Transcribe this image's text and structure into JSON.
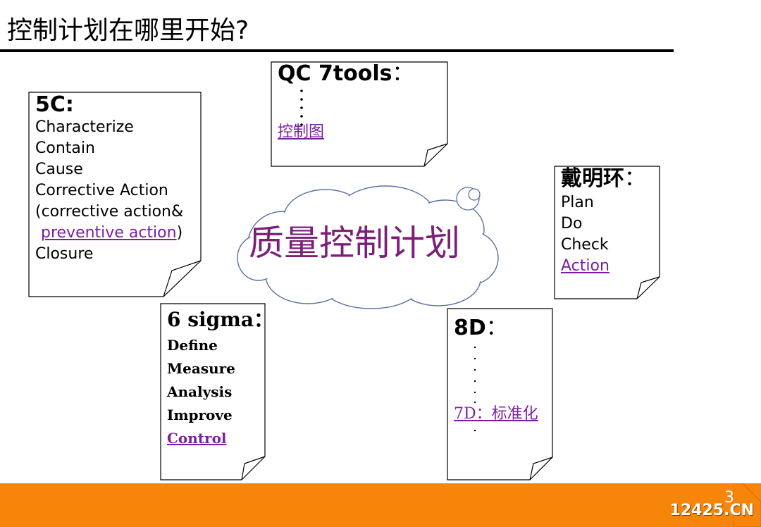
{
  "title": "控制计划在哪里开始?",
  "cloud": {
    "label": "质量控制计划"
  },
  "notes": {
    "fivec": {
      "header": "5C:",
      "items": [
        "Characterize",
        "Contain",
        "Cause",
        "Corrective Action",
        "(corrective action&"
      ],
      "link_open": "",
      "link": "preventive action",
      "link_close": ")",
      "last": "Closure"
    },
    "qc7": {
      "header": "QC 7tools",
      "colon": "：",
      "link": "控制图"
    },
    "deming": {
      "header": "戴明环",
      "colon": "：",
      "items": [
        "Plan",
        "Do",
        "Check"
      ],
      "link": "Action"
    },
    "sixsigma": {
      "header": "6 sigma",
      "colon": "：",
      "items": [
        "Define",
        "Measure",
        "Analysis",
        "Improve"
      ],
      "link": "Control"
    },
    "eightd": {
      "header": "8D",
      "colon": "：",
      "link": "7D：标准化"
    }
  },
  "footer": {
    "page_number": "3",
    "watermark": "12425.CN"
  },
  "colors": {
    "accent_orange": "#f7850a",
    "link_purple": "#7b1fa2",
    "cloud_text": "#7b1f78"
  }
}
